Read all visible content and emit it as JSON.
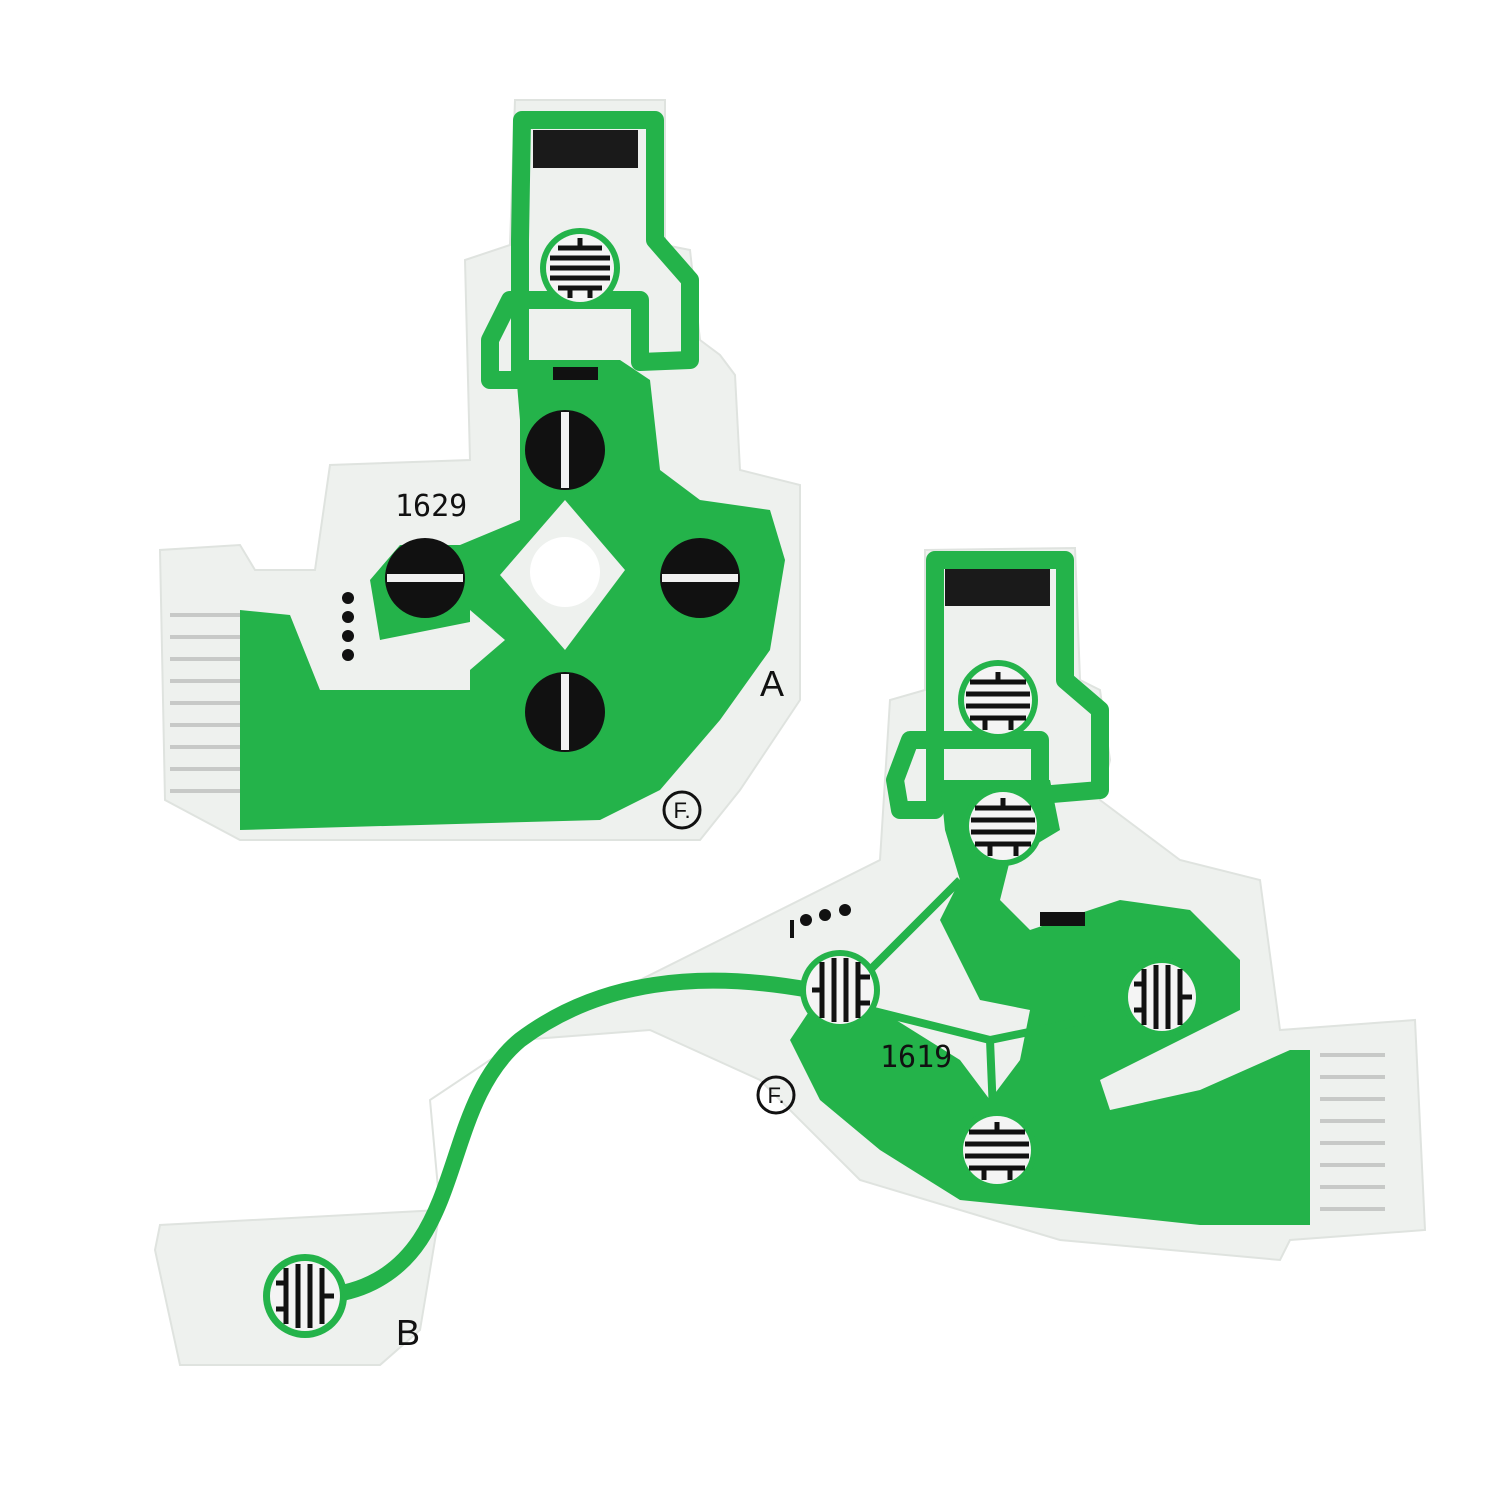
{
  "board_a": {
    "label": "A",
    "code": "1629",
    "logo": "F.",
    "colors": {
      "film": "#f1f3f1",
      "trace": "#23b549",
      "trace_dark": "#159a36",
      "contact": "#0e0e0e"
    }
  },
  "board_b": {
    "label": "B",
    "code": "1619",
    "logo": "F."
  }
}
